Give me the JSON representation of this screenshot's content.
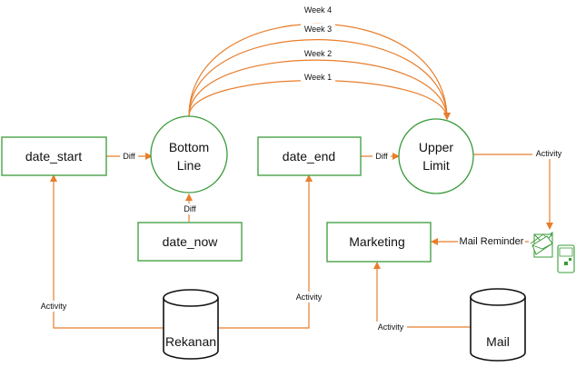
{
  "nodes": {
    "date_start": "date_start",
    "bottom_line": [
      "Bottom",
      "Line"
    ],
    "date_end": "date_end",
    "upper_limit": [
      "Upper",
      "Limit"
    ],
    "date_now": "date_now",
    "marketing": "Marketing",
    "rekanan": "Rekanan",
    "mail": "Mail"
  },
  "edges": {
    "diff_start_bottom": "Diff",
    "diff_now_bottom": "Diff",
    "diff_end_upper": "Diff",
    "week_1": "Week 1",
    "week_2": "Week 2",
    "week_3": "Week 3",
    "week_4": "Week 4",
    "activity_upper": "Activity",
    "mail_reminder": "Mail Reminder",
    "activity_rekanan_start": "Activity",
    "activity_rekanan_end": "Activity",
    "activity_mail": "Activity"
  },
  "icons": [
    "envelope-icon",
    "phone-icon"
  ],
  "colors": {
    "node_stroke": "#3a9b3a",
    "edge": "#e87e2c",
    "text": "#111111"
  }
}
